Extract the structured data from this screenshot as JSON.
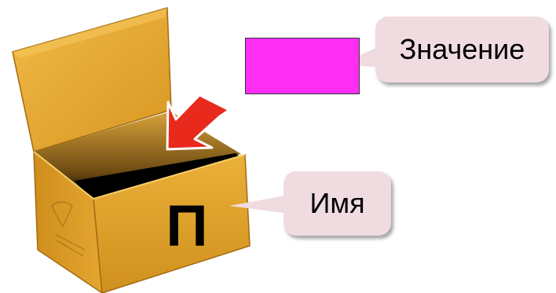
{
  "callouts": {
    "value_label": "Значение",
    "name_label": "Имя",
    "name_tag": "П"
  },
  "colors": {
    "value_box": "#ff2ef2",
    "callout_bg": "#f0dce0",
    "arrow": "#e8291c",
    "box_wood": "#e3a52f",
    "box_interior": "#000000"
  },
  "icons": {
    "box": "open-cardboard-box",
    "arrow": "red-arrow-pointing-into-box"
  }
}
